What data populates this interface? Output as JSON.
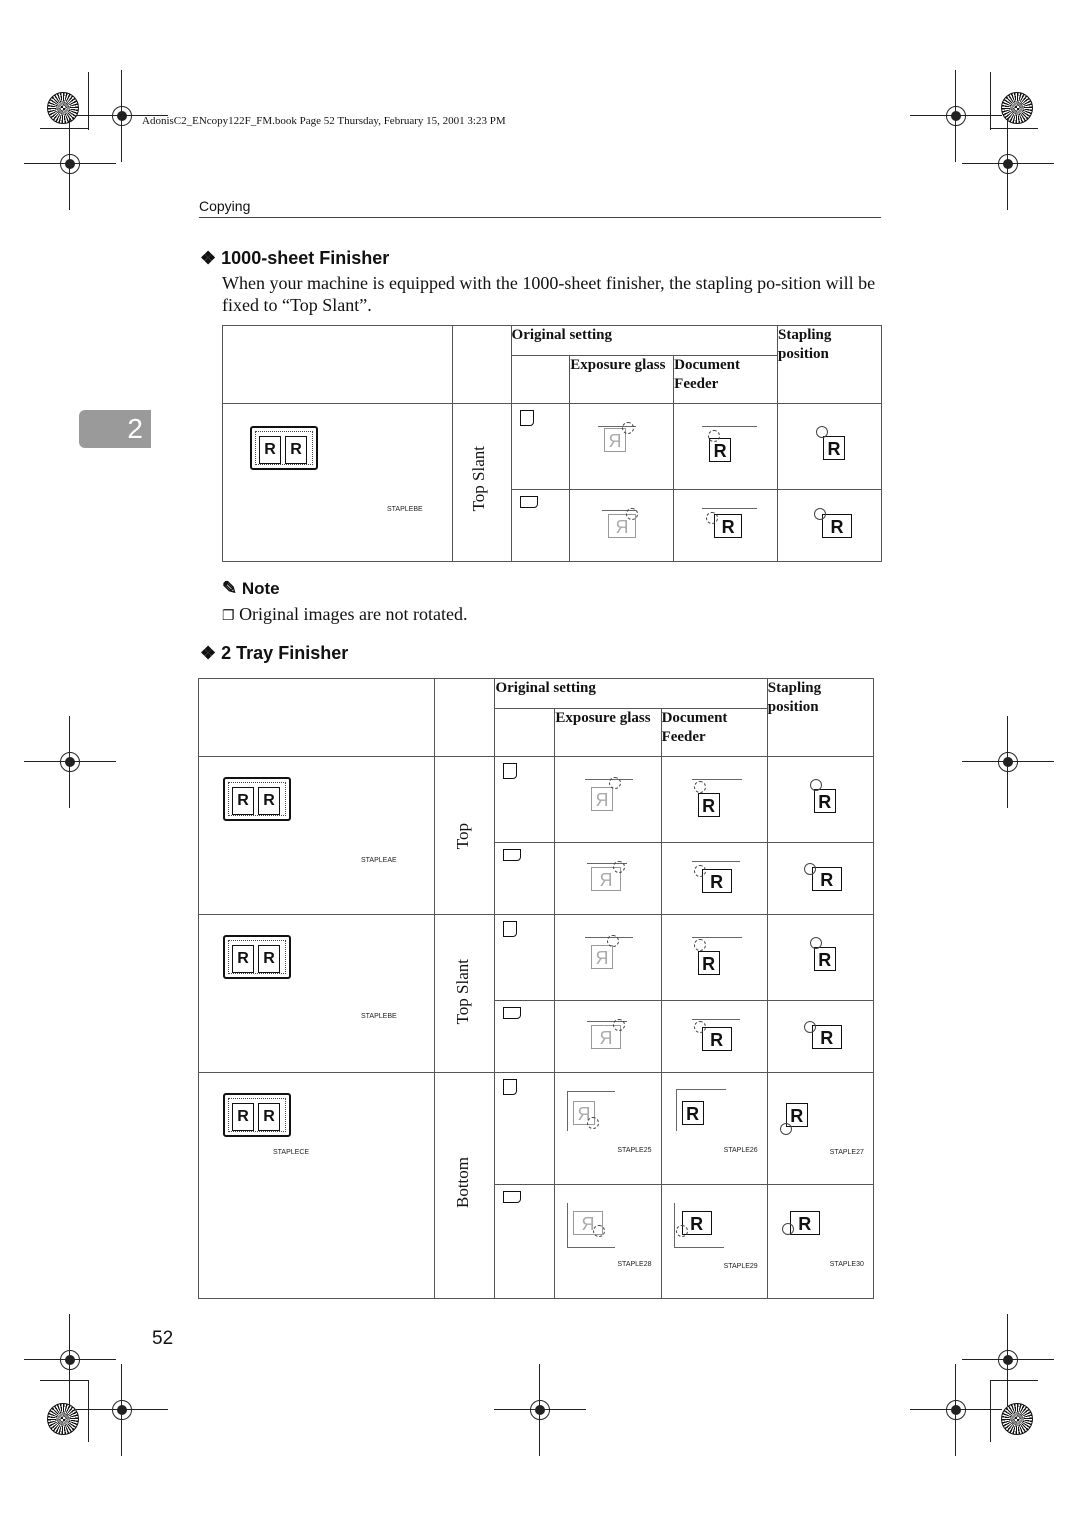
{
  "header": {
    "file_line": "AdonisC2_ENcopy122F_FM.book  Page 52  Thursday, February 15, 2001  3:23 PM",
    "running_head": "Copying",
    "chapter_tab": "2"
  },
  "section1": {
    "bullet": "❖",
    "title": "1000-sheet Finisher",
    "text": "When your machine is equipped with the 1000-sheet finisher, the stapling po-sition will be fixed to “Top Slant”.",
    "table": {
      "col_original": "Original setting",
      "col_exposure": "Exposure glass",
      "col_feeder": "Document Feeder",
      "col_stapling": "Stapling position",
      "row_label": "Top Slant",
      "panel_code": "STAPLEBE",
      "panel_letters": [
        "R",
        "R"
      ]
    }
  },
  "note": {
    "title": "Note",
    "item": "Original images are not rotated."
  },
  "section2": {
    "bullet": "❖",
    "title": "2 Tray Finisher",
    "table": {
      "col_original": "Original setting",
      "col_exposure": "Exposure glass",
      "col_feeder": "Document Feeder",
      "col_stapling": "Stapling position",
      "rows": [
        {
          "label": "Top",
          "panel_code": "STAPLEAE"
        },
        {
          "label": "Top Slant",
          "panel_code": "STAPLEBE"
        },
        {
          "label": "Bottom",
          "panel_code": "STAPLECE",
          "codes_portrait": [
            "STAPLE25",
            "STAPLE26",
            "STAPLE27"
          ],
          "codes_landscape": [
            "STAPLE28",
            "STAPLE29",
            "STAPLE30"
          ]
        }
      ],
      "glyph_letter": "R"
    }
  },
  "page_number": "52"
}
